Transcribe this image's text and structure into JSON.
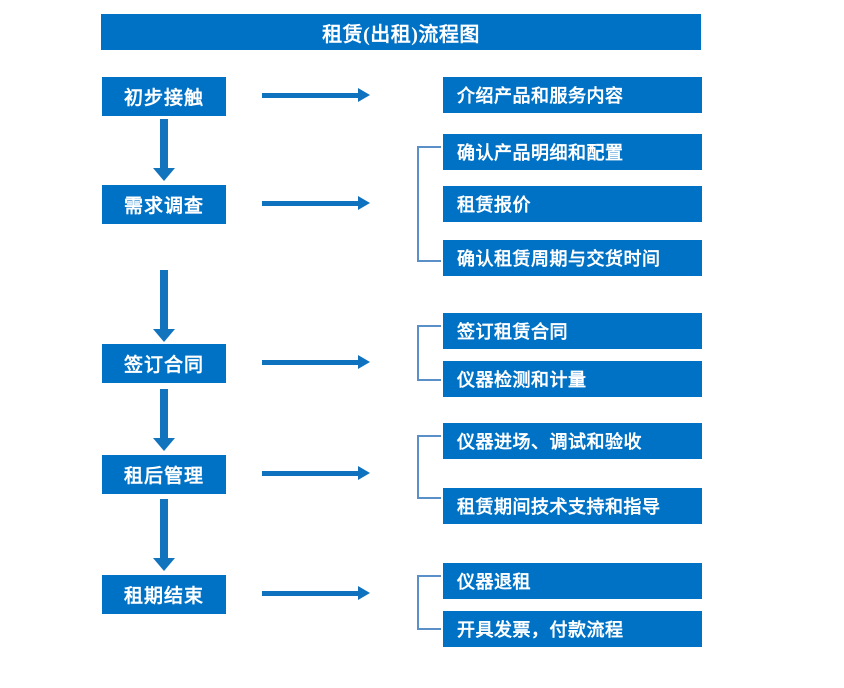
{
  "diagram": {
    "title": "租赁(出租)流程图",
    "colors": {
      "primary_blue": "#0072C6",
      "arrow_blue": "#0F72BE",
      "bracket_blue": "#5B8FC9",
      "text_white": "#FFFFFF",
      "background": "#FFFFFF"
    },
    "type": "flowchart",
    "stages": [
      {
        "id": "stage-1",
        "label": "初步接触",
        "details": [
          "介绍产品和服务内容"
        ],
        "has_bracket": false
      },
      {
        "id": "stage-2",
        "label": "需求调查",
        "details": [
          "确认产品明细和配置",
          "租赁报价",
          "确认租赁周期与交货时间"
        ],
        "has_bracket": true
      },
      {
        "id": "stage-3",
        "label": "签订合同",
        "details": [
          "签订租赁合同",
          "仪器检测和计量"
        ],
        "has_bracket": true
      },
      {
        "id": "stage-4",
        "label": "租后管理",
        "details": [
          "仪器进场、调试和验收",
          "租赁期间技术支持和指导"
        ],
        "has_bracket": true
      },
      {
        "id": "stage-5",
        "label": "租期结束",
        "details": [
          "仪器退租",
          "开具发票，付款流程"
        ],
        "has_bracket": true
      }
    ],
    "icons": {
      "flow_arrow_down": "down-arrow-icon",
      "flow_arrow_right": "right-arrow-icon",
      "group_bracket": "bracket-icon"
    }
  }
}
